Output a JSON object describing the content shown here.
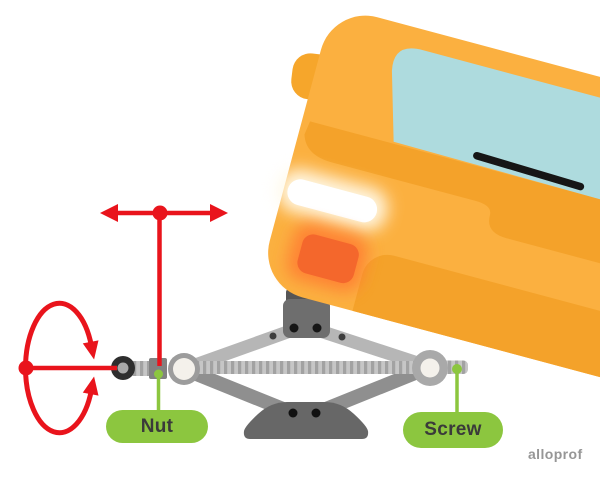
{
  "labels": {
    "nut": "Nut",
    "screw": "Screw"
  },
  "watermark": "alloprof",
  "colors": {
    "arrow_red": "#E9141C",
    "label_green": "#8CC63F",
    "label_text": "#3A3A3A",
    "car_body": "#FBB040",
    "car_panel": "#F4A22A",
    "windshield": "#AEDBDE",
    "headlight": "#FFFFFF",
    "fog_light": "#F4672C",
    "jack_arm_light": "#B6B6B6",
    "jack_arm_dark": "#8F8F8F",
    "jack_frame": "#696969",
    "rod_gray": "#C6C6C6",
    "watermark_gray": "#969696",
    "background": "#FFFFFF"
  }
}
